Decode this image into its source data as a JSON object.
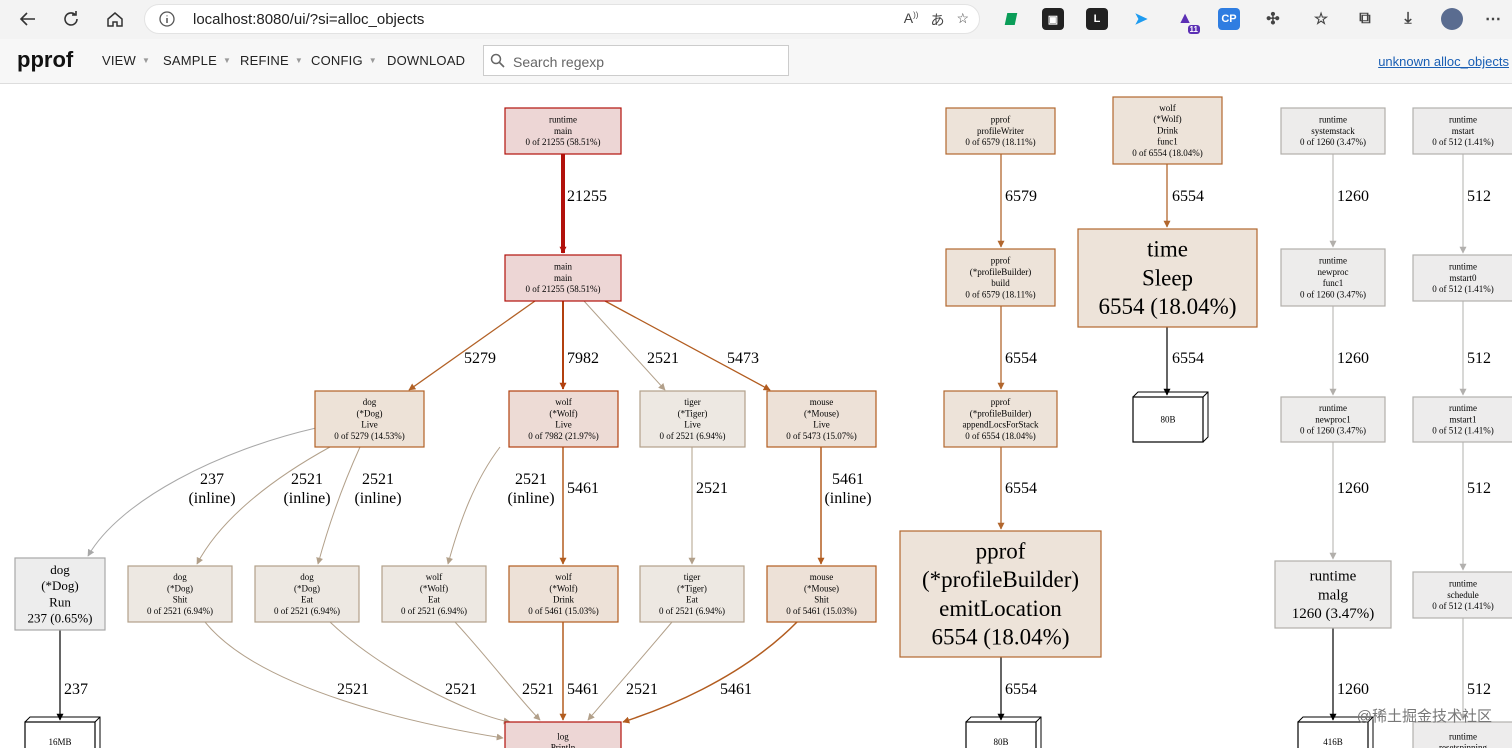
{
  "browser": {
    "url": "localhost:8080/ui/?si=alloc_objects",
    "read_aloud_icon": "read-aloud-icon",
    "translate_icon": "translate-icon",
    "favorite_icon": "star-plus-icon",
    "extensions": [
      {
        "name": "ext-green",
        "label": "",
        "color": "#0a9d58"
      },
      {
        "name": "ext-tt",
        "label": "",
        "color": "#222"
      },
      {
        "name": "ext-l",
        "label": "L",
        "color": "#222"
      },
      {
        "name": "ext-bird",
        "label": "",
        "color": "#1d9bf0"
      },
      {
        "name": "ext-hat",
        "label": "11",
        "color": "#5b2fb4"
      },
      {
        "name": "ext-cp",
        "label": "CP",
        "color": "#2f7de1"
      }
    ]
  },
  "toolbar": {
    "logo": "pprof",
    "menus": [
      "VIEW",
      "SAMPLE",
      "REFINE",
      "CONFIG",
      "DOWNLOAD"
    ],
    "search_placeholder": "Search regexp",
    "profile_link": "unknown alloc_objects"
  },
  "graph": {
    "nodes": [
      {
        "id": "n1",
        "lines": [
          "runtime",
          "main",
          "0 of 21255 (58.51%)"
        ]
      },
      {
        "id": "n2",
        "lines": [
          "main",
          "main",
          "0 of 21255 (58.51%)"
        ]
      },
      {
        "id": "n3",
        "lines": [
          "dog",
          "(*Dog)",
          "Live",
          "0 of 5279 (14.53%)"
        ]
      },
      {
        "id": "n4",
        "lines": [
          "wolf",
          "(*Wolf)",
          "Live",
          "0 of 7982 (21.97%)"
        ]
      },
      {
        "id": "n5",
        "lines": [
          "tiger",
          "(*Tiger)",
          "Live",
          "0 of 2521 (6.94%)"
        ]
      },
      {
        "id": "n6",
        "lines": [
          "mouse",
          "(*Mouse)",
          "Live",
          "0 of 5473 (15.07%)"
        ]
      },
      {
        "id": "n7",
        "lines": [
          "dog",
          "(*Dog)",
          "Run",
          "237 (0.65%)"
        ]
      },
      {
        "id": "n8",
        "lines": [
          "dog",
          "(*Dog)",
          "Shit",
          "0 of 2521 (6.94%)"
        ]
      },
      {
        "id": "n9",
        "lines": [
          "dog",
          "(*Dog)",
          "Eat",
          "0 of 2521 (6.94%)"
        ]
      },
      {
        "id": "n10",
        "lines": [
          "wolf",
          "(*Wolf)",
          "Eat",
          "0 of 2521 (6.94%)"
        ]
      },
      {
        "id": "n11",
        "lines": [
          "wolf",
          "(*Wolf)",
          "Drink",
          "0 of 5461 (15.03%)"
        ]
      },
      {
        "id": "n12",
        "lines": [
          "tiger",
          "(*Tiger)",
          "Eat",
          "0 of 2521 (6.94%)"
        ]
      },
      {
        "id": "n13",
        "lines": [
          "mouse",
          "(*Mouse)",
          "Shit",
          "0 of 5461 (15.03%)"
        ]
      },
      {
        "id": "n14",
        "lines": [
          "log",
          "Println"
        ]
      },
      {
        "id": "n15",
        "lines": [
          "16MB"
        ]
      },
      {
        "id": "n16",
        "lines": [
          "pprof",
          "profileWriter",
          "0 of 6579 (18.11%)"
        ]
      },
      {
        "id": "n17",
        "lines": [
          "pprof",
          "(*profileBuilder)",
          "build",
          "0 of 6579 (18.11%)"
        ]
      },
      {
        "id": "n18",
        "lines": [
          "pprof",
          "(*profileBuilder)",
          "appendLocsForStack",
          "0 of 6554 (18.04%)"
        ]
      },
      {
        "id": "n19",
        "lines": [
          "pprof",
          "(*profileBuilder)",
          "emitLocation",
          "6554 (18.04%)"
        ]
      },
      {
        "id": "n20",
        "lines": [
          "80B"
        ]
      },
      {
        "id": "n21",
        "lines": [
          "wolf",
          "(*Wolf)",
          "Drink",
          "func1",
          "0 of 6554 (18.04%)"
        ]
      },
      {
        "id": "n22",
        "lines": [
          "time",
          "Sleep",
          "6554 (18.04%)"
        ]
      },
      {
        "id": "n23",
        "lines": [
          "80B"
        ]
      },
      {
        "id": "n24",
        "lines": [
          "runtime",
          "systemstack",
          "0 of 1260 (3.47%)"
        ]
      },
      {
        "id": "n25",
        "lines": [
          "runtime",
          "newproc",
          "func1",
          "0 of 1260 (3.47%)"
        ]
      },
      {
        "id": "n26",
        "lines": [
          "runtime",
          "newproc1",
          "0 of 1260 (3.47%)"
        ]
      },
      {
        "id": "n27",
        "lines": [
          "runtime",
          "malg",
          "1260 (3.47%)"
        ]
      },
      {
        "id": "n28",
        "lines": [
          "416B"
        ]
      },
      {
        "id": "n29",
        "lines": [
          "runtime",
          "mstart",
          "0 of 512 (1.41%)"
        ]
      },
      {
        "id": "n30",
        "lines": [
          "runtime",
          "mstart0",
          "0 of 512 (1.41%)"
        ]
      },
      {
        "id": "n31",
        "lines": [
          "runtime",
          "mstart1",
          "0 of 512 (1.41%)"
        ]
      },
      {
        "id": "n32",
        "lines": [
          "runtime",
          "schedule",
          "0 of 512 (1.41%)"
        ]
      },
      {
        "id": "n33",
        "lines": [
          "runtime",
          "resetspinning"
        ]
      }
    ],
    "edges": [
      {
        "from": "n1",
        "to": "n2",
        "label": [
          "21255"
        ]
      },
      {
        "from": "n2",
        "to": "n3",
        "label": [
          "5279"
        ]
      },
      {
        "from": "n2",
        "to": "n4",
        "label": [
          "7982"
        ]
      },
      {
        "from": "n2",
        "to": "n5",
        "label": [
          "2521"
        ]
      },
      {
        "from": "n2",
        "to": "n6",
        "label": [
          "5473"
        ]
      },
      {
        "from": "n3",
        "to": "n7",
        "label": [
          "237",
          "(inline)"
        ]
      },
      {
        "from": "n3",
        "to": "n8",
        "label": [
          "2521",
          "(inline)"
        ]
      },
      {
        "from": "n3",
        "to": "n9",
        "label": [
          "2521",
          "(inline)"
        ]
      },
      {
        "from": "n4",
        "to": "n10",
        "label": [
          "2521",
          "(inline)"
        ]
      },
      {
        "from": "n4",
        "to": "n11",
        "label": [
          "5461"
        ]
      },
      {
        "from": "n5",
        "to": "n12",
        "label": [
          "2521"
        ]
      },
      {
        "from": "n6",
        "to": "n13",
        "label": [
          "5461",
          "(inline)"
        ]
      },
      {
        "from": "n7",
        "to": "n15",
        "label": [
          "237"
        ]
      },
      {
        "from": "n8",
        "to": "n14",
        "label": [
          "2521"
        ]
      },
      {
        "from": "n9",
        "to": "n14",
        "label": [
          "2521"
        ]
      },
      {
        "from": "n10",
        "to": "n14",
        "label": [
          "2521"
        ]
      },
      {
        "from": "n11",
        "to": "n14",
        "label": [
          "5461"
        ]
      },
      {
        "from": "n12",
        "to": "n14",
        "label": [
          "2521"
        ]
      },
      {
        "from": "n13",
        "to": "n14",
        "label": [
          "5461"
        ]
      },
      {
        "from": "n16",
        "to": "n17",
        "label": [
          "6579"
        ]
      },
      {
        "from": "n17",
        "to": "n18",
        "label": [
          "6554"
        ]
      },
      {
        "from": "n18",
        "to": "n19",
        "label": [
          "6554"
        ]
      },
      {
        "from": "n19",
        "to": "n20",
        "label": [
          "6554"
        ]
      },
      {
        "from": "n21",
        "to": "n22",
        "label": [
          "6554"
        ]
      },
      {
        "from": "n22",
        "to": "n23",
        "label": [
          "6554"
        ]
      },
      {
        "from": "n24",
        "to": "n25",
        "label": [
          "1260"
        ]
      },
      {
        "from": "n25",
        "to": "n26",
        "label": [
          "1260"
        ]
      },
      {
        "from": "n26",
        "to": "n27",
        "label": [
          "1260"
        ]
      },
      {
        "from": "n27",
        "to": "n28",
        "label": [
          "1260"
        ]
      },
      {
        "from": "n29",
        "to": "n30",
        "label": [
          "512"
        ]
      },
      {
        "from": "n30",
        "to": "n31",
        "label": [
          "512"
        ]
      },
      {
        "from": "n31",
        "to": "n32",
        "label": [
          "512"
        ]
      },
      {
        "from": "n32",
        "to": "n33",
        "label": [
          "512"
        ]
      }
    ]
  },
  "watermark": "@稀土掘金技术社区"
}
